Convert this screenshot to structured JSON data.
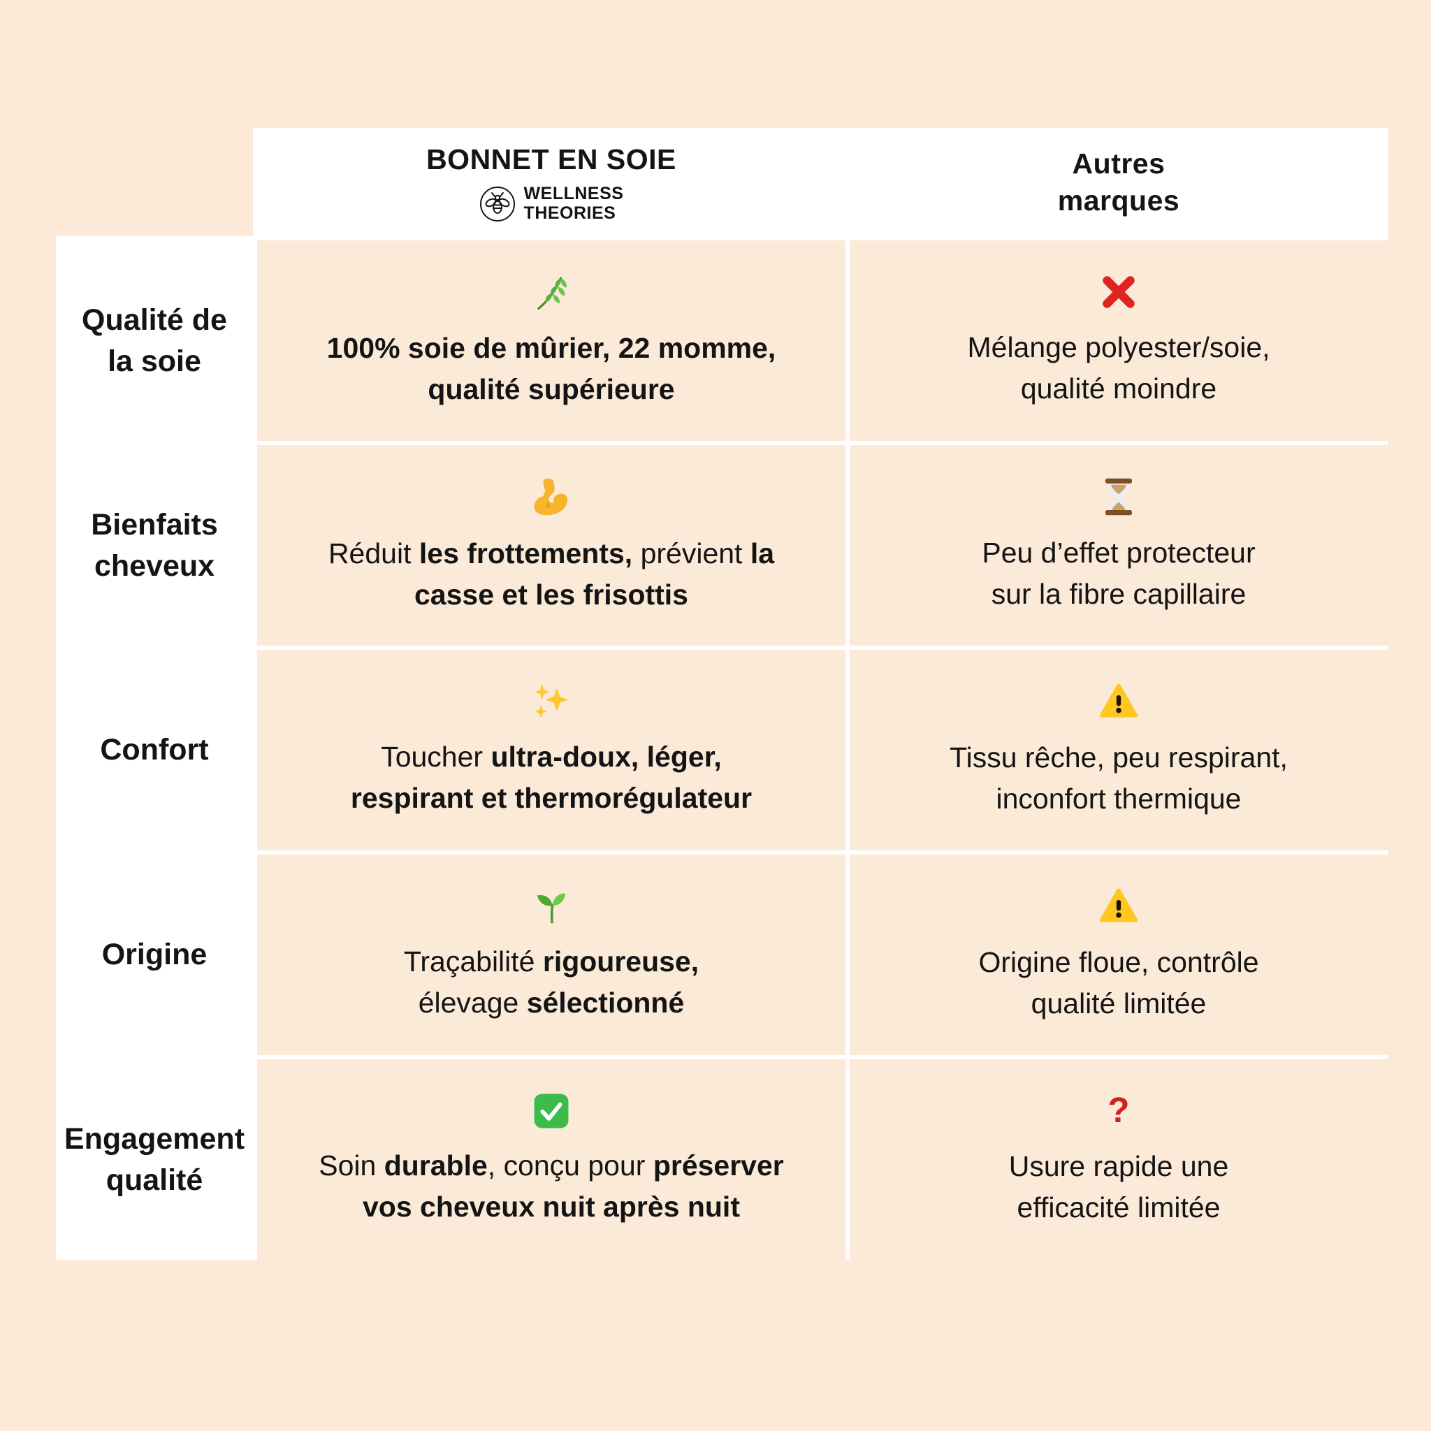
{
  "colors": {
    "background": "#fce9d7",
    "content_cell": "#fcead9",
    "panel_white": "#ffffff",
    "text": "#141414",
    "cross_red": "#df241f",
    "question_red": "#d21f1f",
    "warning_yellow": "#ffc71f",
    "check_green": "#3dbb4a"
  },
  "header": {
    "product": {
      "title": "BONNET EN SOIE",
      "brand_name": "WELLNESS\nTHEORIES",
      "logo_icon": "bee"
    },
    "others": {
      "title": "Autres\nmarques"
    }
  },
  "rows": [
    {
      "label": "Qualité de\nla soie",
      "product": {
        "icon": "herb",
        "segments": [
          {
            "t": "100% soie de mûrier, 22 momme,\nqualité supérieure",
            "b": true
          }
        ]
      },
      "others": {
        "icon": "cross",
        "segments": [
          {
            "t": "Mélange polyester/soie,\nqualité moindre"
          }
        ]
      }
    },
    {
      "label": "Bienfaits\ncheveux",
      "product": {
        "icon": "biceps",
        "segments": [
          {
            "t": "Réduit "
          },
          {
            "t": "les frottements,",
            "b": true
          },
          {
            "t": " prévient "
          },
          {
            "t": "la\ncasse et les frisottis",
            "b": true
          }
        ]
      },
      "others": {
        "icon": "hourglass",
        "segments": [
          {
            "t": "Peu d’effet protecteur\nsur la fibre capillaire"
          }
        ]
      }
    },
    {
      "label": "Confort",
      "product": {
        "icon": "sparkles",
        "segments": [
          {
            "t": "Toucher "
          },
          {
            "t": "ultra-doux, léger,\nrespirant et thermorégulateur",
            "b": true
          }
        ]
      },
      "others": {
        "icon": "warning",
        "segments": [
          {
            "t": "Tissu rêche, peu respirant,\ninconfort thermique"
          }
        ]
      }
    },
    {
      "label": "Origine",
      "product": {
        "icon": "seedling",
        "segments": [
          {
            "t": "Traçabilité "
          },
          {
            "t": "rigoureuse,",
            "b": true
          },
          {
            "t": "\nélevage "
          },
          {
            "t": "sélectionné",
            "b": true
          }
        ]
      },
      "others": {
        "icon": "warning",
        "segments": [
          {
            "t": "Origine floue, contrôle\nqualité limitée"
          }
        ]
      }
    },
    {
      "label": "Engagement\nqualité",
      "product": {
        "icon": "check",
        "segments": [
          {
            "t": "Soin "
          },
          {
            "t": "durable",
            "b": true
          },
          {
            "t": ", conçu pour "
          },
          {
            "t": "préserver\nvos cheveux nuit après nuit",
            "b": true
          }
        ]
      },
      "others": {
        "icon": "question",
        "segments": [
          {
            "t": "Usure rapide une\nefficacité limitée"
          }
        ]
      }
    }
  ]
}
